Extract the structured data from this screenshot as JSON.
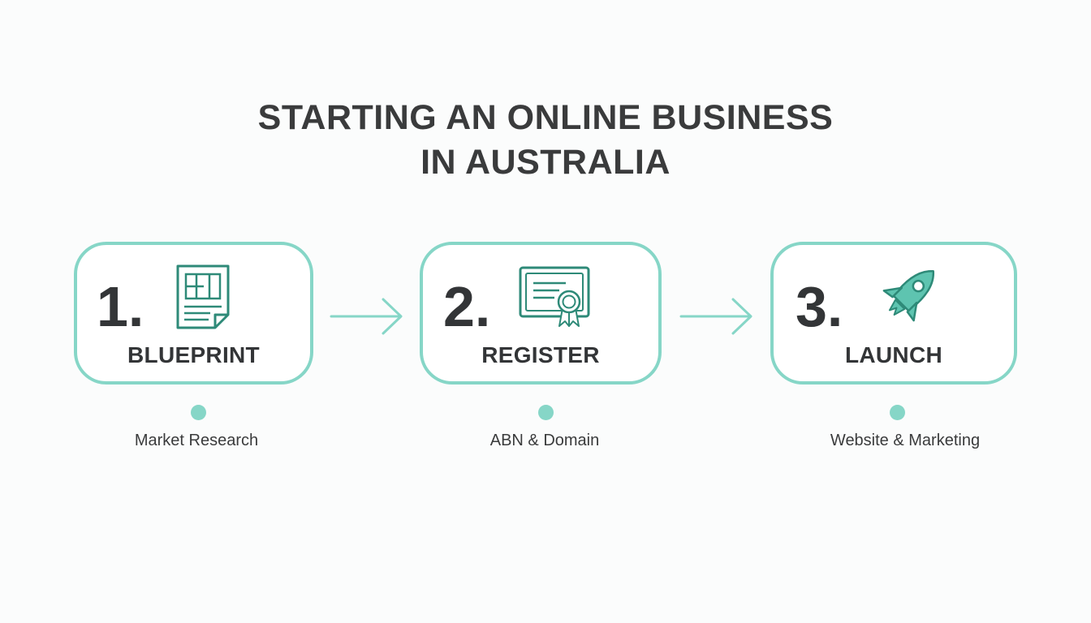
{
  "title": {
    "line1": "STARTING AN ONLINE BUSINESS",
    "line2": "IN AUSTRALIA"
  },
  "colors": {
    "accent": "#86d6c7",
    "icon": "#2e8a78",
    "icon_fill": "#5ec4b0",
    "text": "#333537"
  },
  "steps": [
    {
      "number": "1.",
      "label": "BLUEPRINT",
      "caption": "Market Research",
      "icon": "blueprint-icon"
    },
    {
      "number": "2.",
      "label": "REGISTER",
      "caption": "ABN & Domain",
      "icon": "certificate-icon"
    },
    {
      "number": "3.",
      "label": "LAUNCH",
      "caption": "Website & Marketing",
      "icon": "rocket-icon"
    }
  ]
}
